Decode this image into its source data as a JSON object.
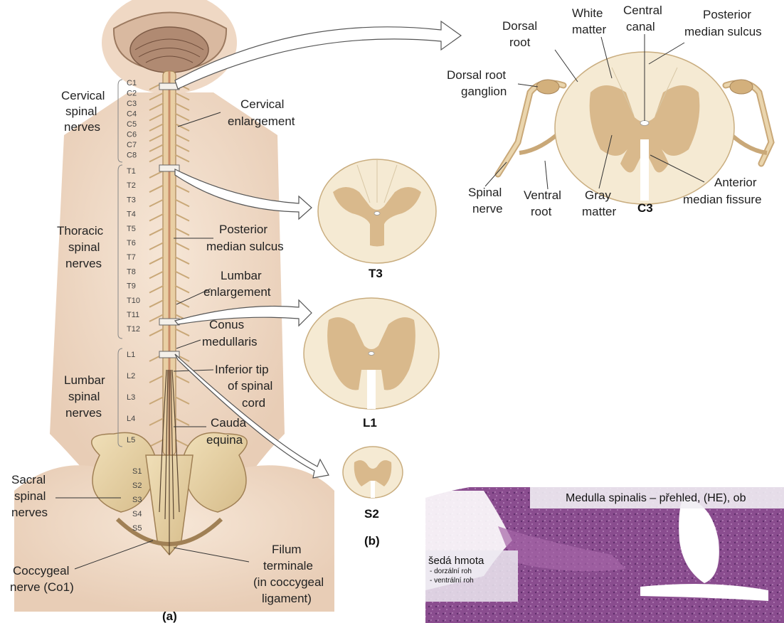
{
  "panel_a": {
    "groups": {
      "cervical": [
        "Cervical",
        "spinal",
        "nerves"
      ],
      "thoracic": [
        "Thoracic",
        "spinal",
        "nerves"
      ],
      "lumbar": [
        "Lumbar",
        "spinal",
        "nerves"
      ],
      "sacral": [
        "Sacral",
        "spinal",
        "nerves"
      ],
      "coccygeal": [
        "Coccygeal",
        "nerve (Co1)"
      ]
    },
    "segments": [
      "C1",
      "C2",
      "C3",
      "C4",
      "C5",
      "C6",
      "C7",
      "C8",
      "T1",
      "T2",
      "T3",
      "T4",
      "T5",
      "T6",
      "T7",
      "T8",
      "T9",
      "T10",
      "T11",
      "T12",
      "L1",
      "L2",
      "L3",
      "L4",
      "L5",
      "S1",
      "S2",
      "S3",
      "S4",
      "S5"
    ],
    "callouts": {
      "cervical_enlargement": [
        "Cervical",
        "enlargement"
      ],
      "posterior_median_sulcus": [
        "Posterior",
        "median sulcus"
      ],
      "lumbar_enlargement": [
        "Lumbar",
        "enlargement"
      ],
      "conus_medullaris": [
        "Conus",
        "medullaris"
      ],
      "inferior_tip": [
        "Inferior tip",
        "of spinal",
        "cord"
      ],
      "cauda_equina": [
        "Cauda",
        "equina"
      ],
      "filum_terminale": [
        "Filum",
        "terminale",
        "(in coccygeal",
        "ligament)"
      ]
    },
    "caption": "(a)"
  },
  "panel_b": {
    "sections": [
      "T3",
      "L1",
      "S2"
    ],
    "caption": "(b)"
  },
  "panel_c": {
    "section": "C3",
    "labels": {
      "dorsal_root": [
        "Dorsal",
        "root"
      ],
      "white_matter": [
        "White",
        "matter"
      ],
      "central_canal": [
        "Central",
        "canal"
      ],
      "posterior_median_sulcus": [
        "Posterior",
        "median sulcus"
      ],
      "dorsal_root_ganglion": [
        "Dorsal root",
        "ganglion"
      ],
      "spinal_nerve": [
        "Spinal",
        "nerve"
      ],
      "ventral_root": [
        "Ventral",
        "root"
      ],
      "gray_matter": [
        "Gray",
        "matter"
      ],
      "anterior_median_fissure": [
        "Anterior",
        "median fissure"
      ]
    }
  },
  "histology": {
    "title": "Medulla spinalis – přehled, (HE), ob",
    "heading": "šedá hmota",
    "items": [
      "- dorzální roh",
      "- ventrální roh"
    ]
  },
  "colors": {
    "bone": "#e8d4a8",
    "gray_matter": "#d9b98c",
    "white_matter": "#f5ead3",
    "nerve": "#c9a878",
    "histology": "#8a4d8f"
  }
}
